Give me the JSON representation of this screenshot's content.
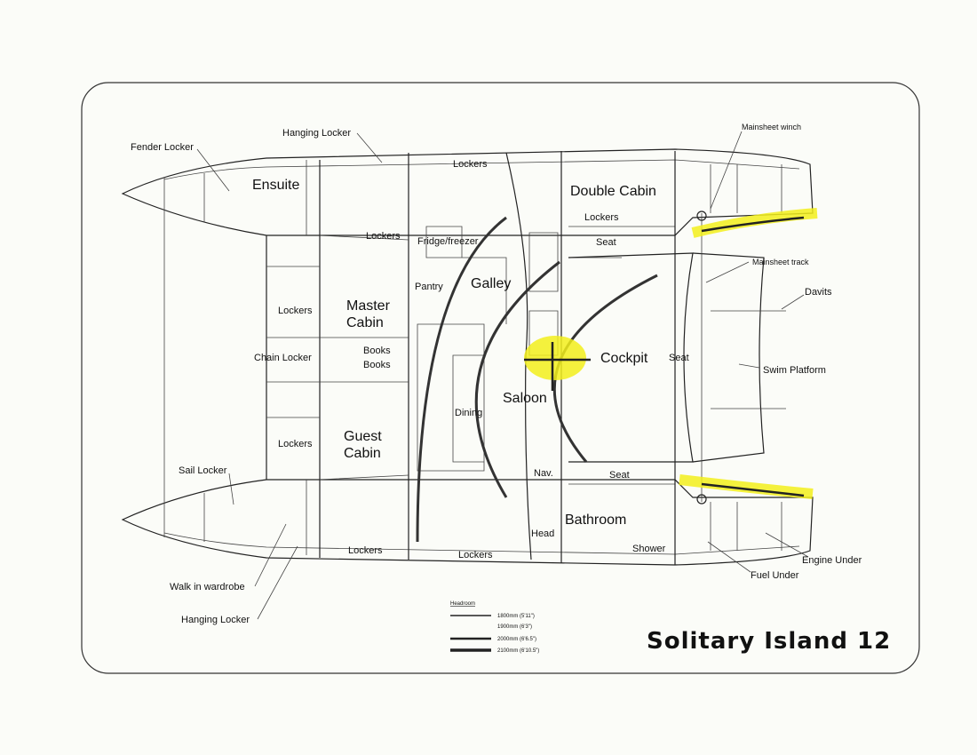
{
  "title": "Solitary Island 12",
  "rooms": {
    "ensuite": "Ensuite",
    "double_cabin": "Double Cabin",
    "master_cabin_1": "Master",
    "master_cabin_2": "Cabin",
    "guest_cabin_1": "Guest",
    "guest_cabin_2": "Cabin",
    "galley": "Galley",
    "saloon": "Saloon",
    "cockpit": "Cockpit",
    "bathroom": "Bathroom"
  },
  "labels": {
    "fender_locker": "Fender Locker",
    "hanging_locker_top": "Hanging Locker",
    "lockers_top_mid": "Lockers",
    "lockers_double": "Lockers",
    "lockers_master_top": "Lockers",
    "fridge": "Fridge/freezer",
    "pantry": "Pantry",
    "seat_top": "Seat",
    "lockers_left_top": "Lockers",
    "chain_locker": "Chain Locker",
    "books_1": "Books",
    "books_2": "Books",
    "dining": "Dining",
    "seat_aft": "Seat",
    "lockers_left_bottom": "Lockers",
    "sail_locker": "Sail Locker",
    "nav": "Nav.",
    "seat_bottom": "Seat",
    "head": "Head",
    "shower": "Shower",
    "lockers_bottom_left": "Lockers",
    "lockers_bottom_mid": "Lockers",
    "walk_in_wardrobe": "Walk in wardrobe",
    "hanging_locker_bottom": "Hanging Locker",
    "mainsheet_winch": "Mainsheet winch",
    "mainsheet_track": "Mainsheet track",
    "davits": "Davits",
    "swim_platform": "Swim Platform",
    "engine_under": "Engine Under",
    "fuel_under": "Fuel Under"
  },
  "legend": {
    "title": "Headroom",
    "items": [
      {
        "label": "1800mm (5'11\")"
      },
      {
        "label": "1900mm (6'3\")"
      },
      {
        "label": "2000mm (6'6.5\")"
      },
      {
        "label": "2100mm (6'10.5\")"
      }
    ]
  },
  "colors": {
    "highlight": "#f2ee1c",
    "ink": "#222222"
  }
}
